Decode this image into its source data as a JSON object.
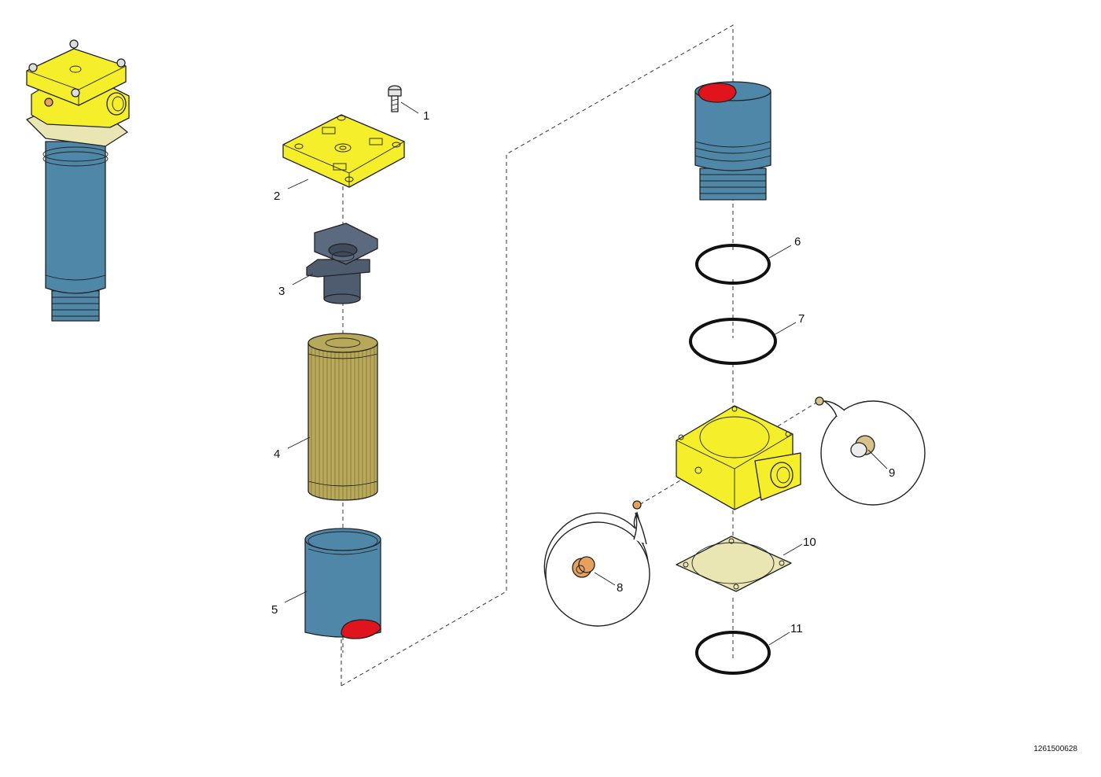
{
  "colors": {
    "housing_yellow": "#f5ee2a",
    "bowl_blue": "#4f87a8",
    "bowl_blue_dark": "#3d6f8c",
    "element_olive": "#b8a85a",
    "adapter_slate": "#4f5c70",
    "gasket_beige": "#e9e6b4",
    "plug_orange": "#e6a25c",
    "plug_tan": "#d9c18a",
    "mark_red": "#e0141c"
  },
  "callouts": [
    {
      "id": "1",
      "label": "1"
    },
    {
      "id": "2",
      "label": "2"
    },
    {
      "id": "3",
      "label": "3"
    },
    {
      "id": "4",
      "label": "4"
    },
    {
      "id": "5",
      "label": "5"
    },
    {
      "id": "6",
      "label": "6"
    },
    {
      "id": "7",
      "label": "7"
    },
    {
      "id": "8",
      "label": "8"
    },
    {
      "id": "9",
      "label": "9"
    },
    {
      "id": "10",
      "label": "10"
    },
    {
      "id": "11",
      "label": "11"
    }
  ],
  "doc_id": "1261500628"
}
